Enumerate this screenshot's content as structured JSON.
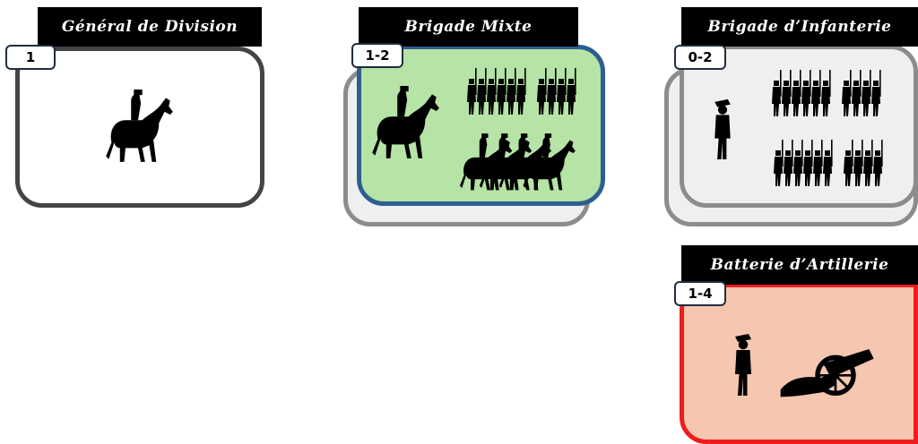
{
  "units": [
    {
      "id": "general",
      "title": "Général de Division",
      "badge": "1",
      "card_bg": "#ffffff",
      "card_border": "#444444",
      "stacked": false,
      "figures": [
        "horseman-icon"
      ]
    },
    {
      "id": "mixed",
      "title": "Brigade Mixte",
      "badge": "1-2",
      "card_bg": "#b6e3a6",
      "card_border": "#2c5f8e",
      "stacked": true,
      "figures": [
        "horseman-icon",
        "infantry-line-icon",
        "cavalry-group-icon"
      ]
    },
    {
      "id": "infantry",
      "title": "Brigade d’Infanterie",
      "badge": "0-2",
      "card_bg": "#efefef",
      "card_border": "#8c8c8c",
      "stacked": true,
      "figures": [
        "officer-icon",
        "infantry-line-icon",
        "infantry-line-icon"
      ]
    },
    {
      "id": "artillery",
      "title": "Batterie d’Artillerie",
      "badge": "1-4",
      "card_bg": "#f5c6b0",
      "card_border": "#ee1c1c",
      "stacked": false,
      "figures": [
        "officer-icon",
        "cannon-icon"
      ]
    }
  ]
}
